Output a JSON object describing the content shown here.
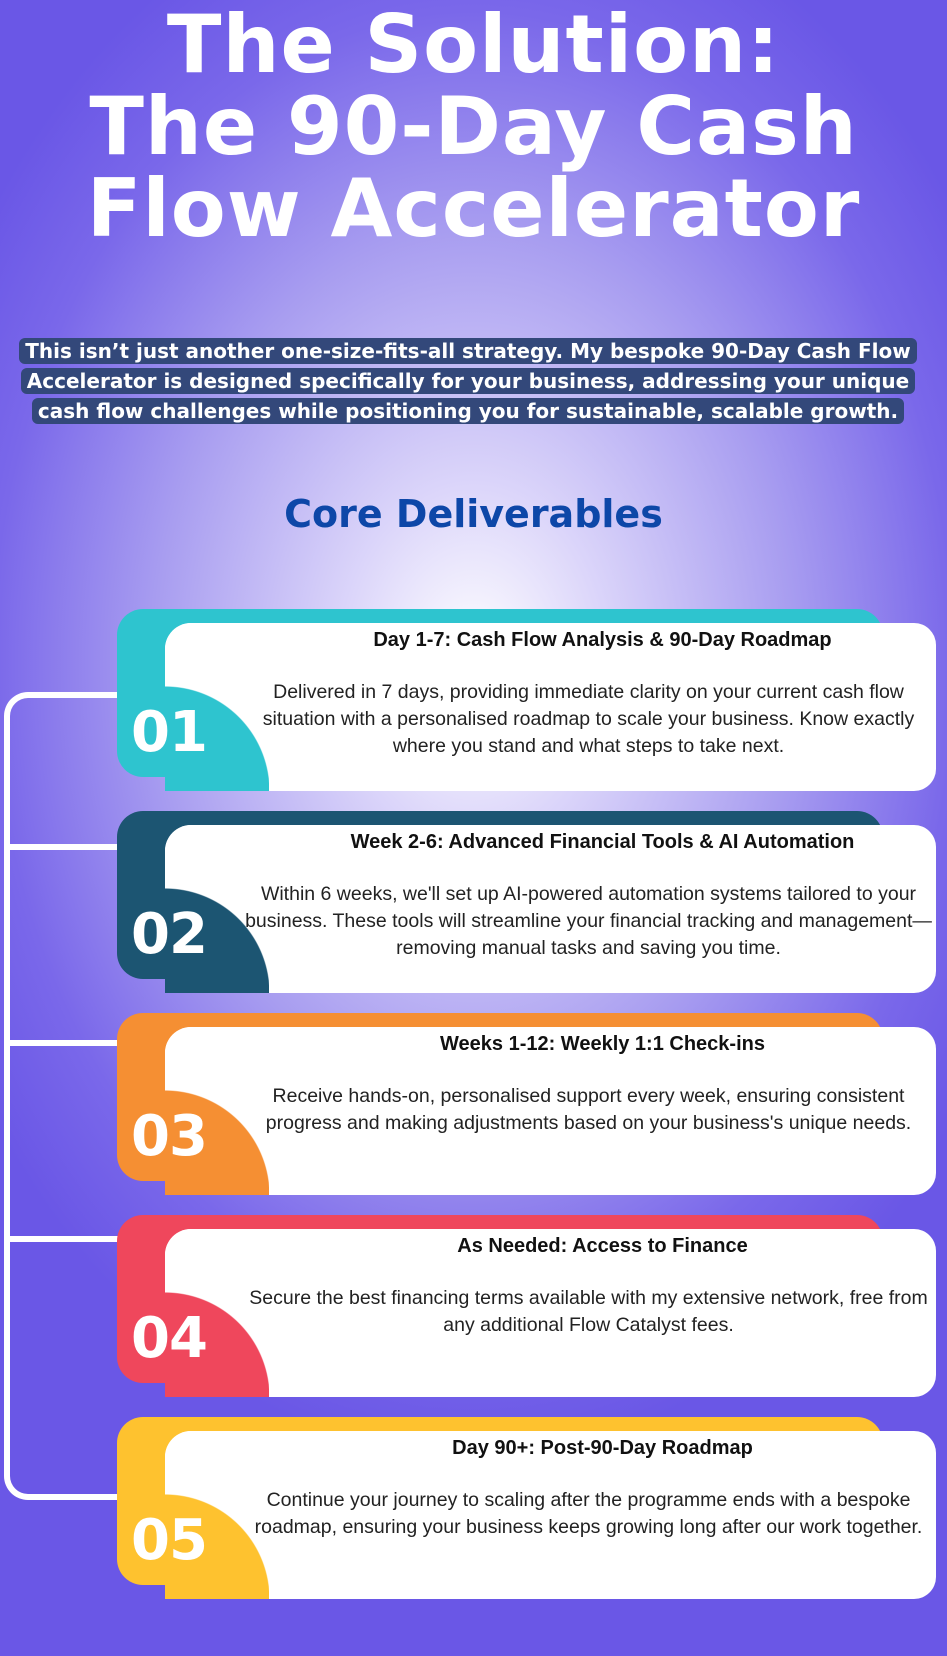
{
  "title": {
    "line1": "The Solution:",
    "line2": "The 90-Day Cash",
    "line3": "Flow Accelerator"
  },
  "intro": "This isn’t just another one-size-fits-all strategy. My bespoke 90-Day Cash Flow Accelerator is designed specifically for your business, addressing your unique cash flow challenges while positioning you for sustainable, scalable growth.",
  "section_title": "Core Deliverables",
  "deliverables": [
    {
      "number": "01",
      "color": "#2ec4cf",
      "heading": "Day 1-7: Cash Flow Analysis & 90-Day Roadmap",
      "body": "Delivered in 7 days, providing immediate clarity on your current cash flow situation with a personalised roadmap to scale your business. Know exactly where you stand and what steps to take next."
    },
    {
      "number": "02",
      "color": "#1c5572",
      "heading": "Week 2-6: Advanced Financial Tools & AI Automation",
      "body": "Within 6 weeks, we'll set up AI-powered automation systems tailored to your business. These tools will streamline your financial tracking and management—removing manual tasks and saving you time."
    },
    {
      "number": "03",
      "color": "#f58f33",
      "heading": "Weeks 1-12: Weekly 1:1 Check-ins",
      "body": "Receive hands-on, personalised support every week, ensuring consistent progress and making adjustments based on your business's unique needs."
    },
    {
      "number": "04",
      "color": "#ef475c",
      "heading": "As Needed: Access to Finance",
      "body": "Secure the best financing terms available with my extensive network, free from any additional Flow Catalyst fees."
    },
    {
      "number": "05",
      "color": "#fec22f",
      "heading": "Day 90+: Post-90-Day Roadmap",
      "body": "Continue your journey to scaling after the programme ends with a bespoke roadmap, ensuring your business keeps growing long after our work together."
    }
  ]
}
